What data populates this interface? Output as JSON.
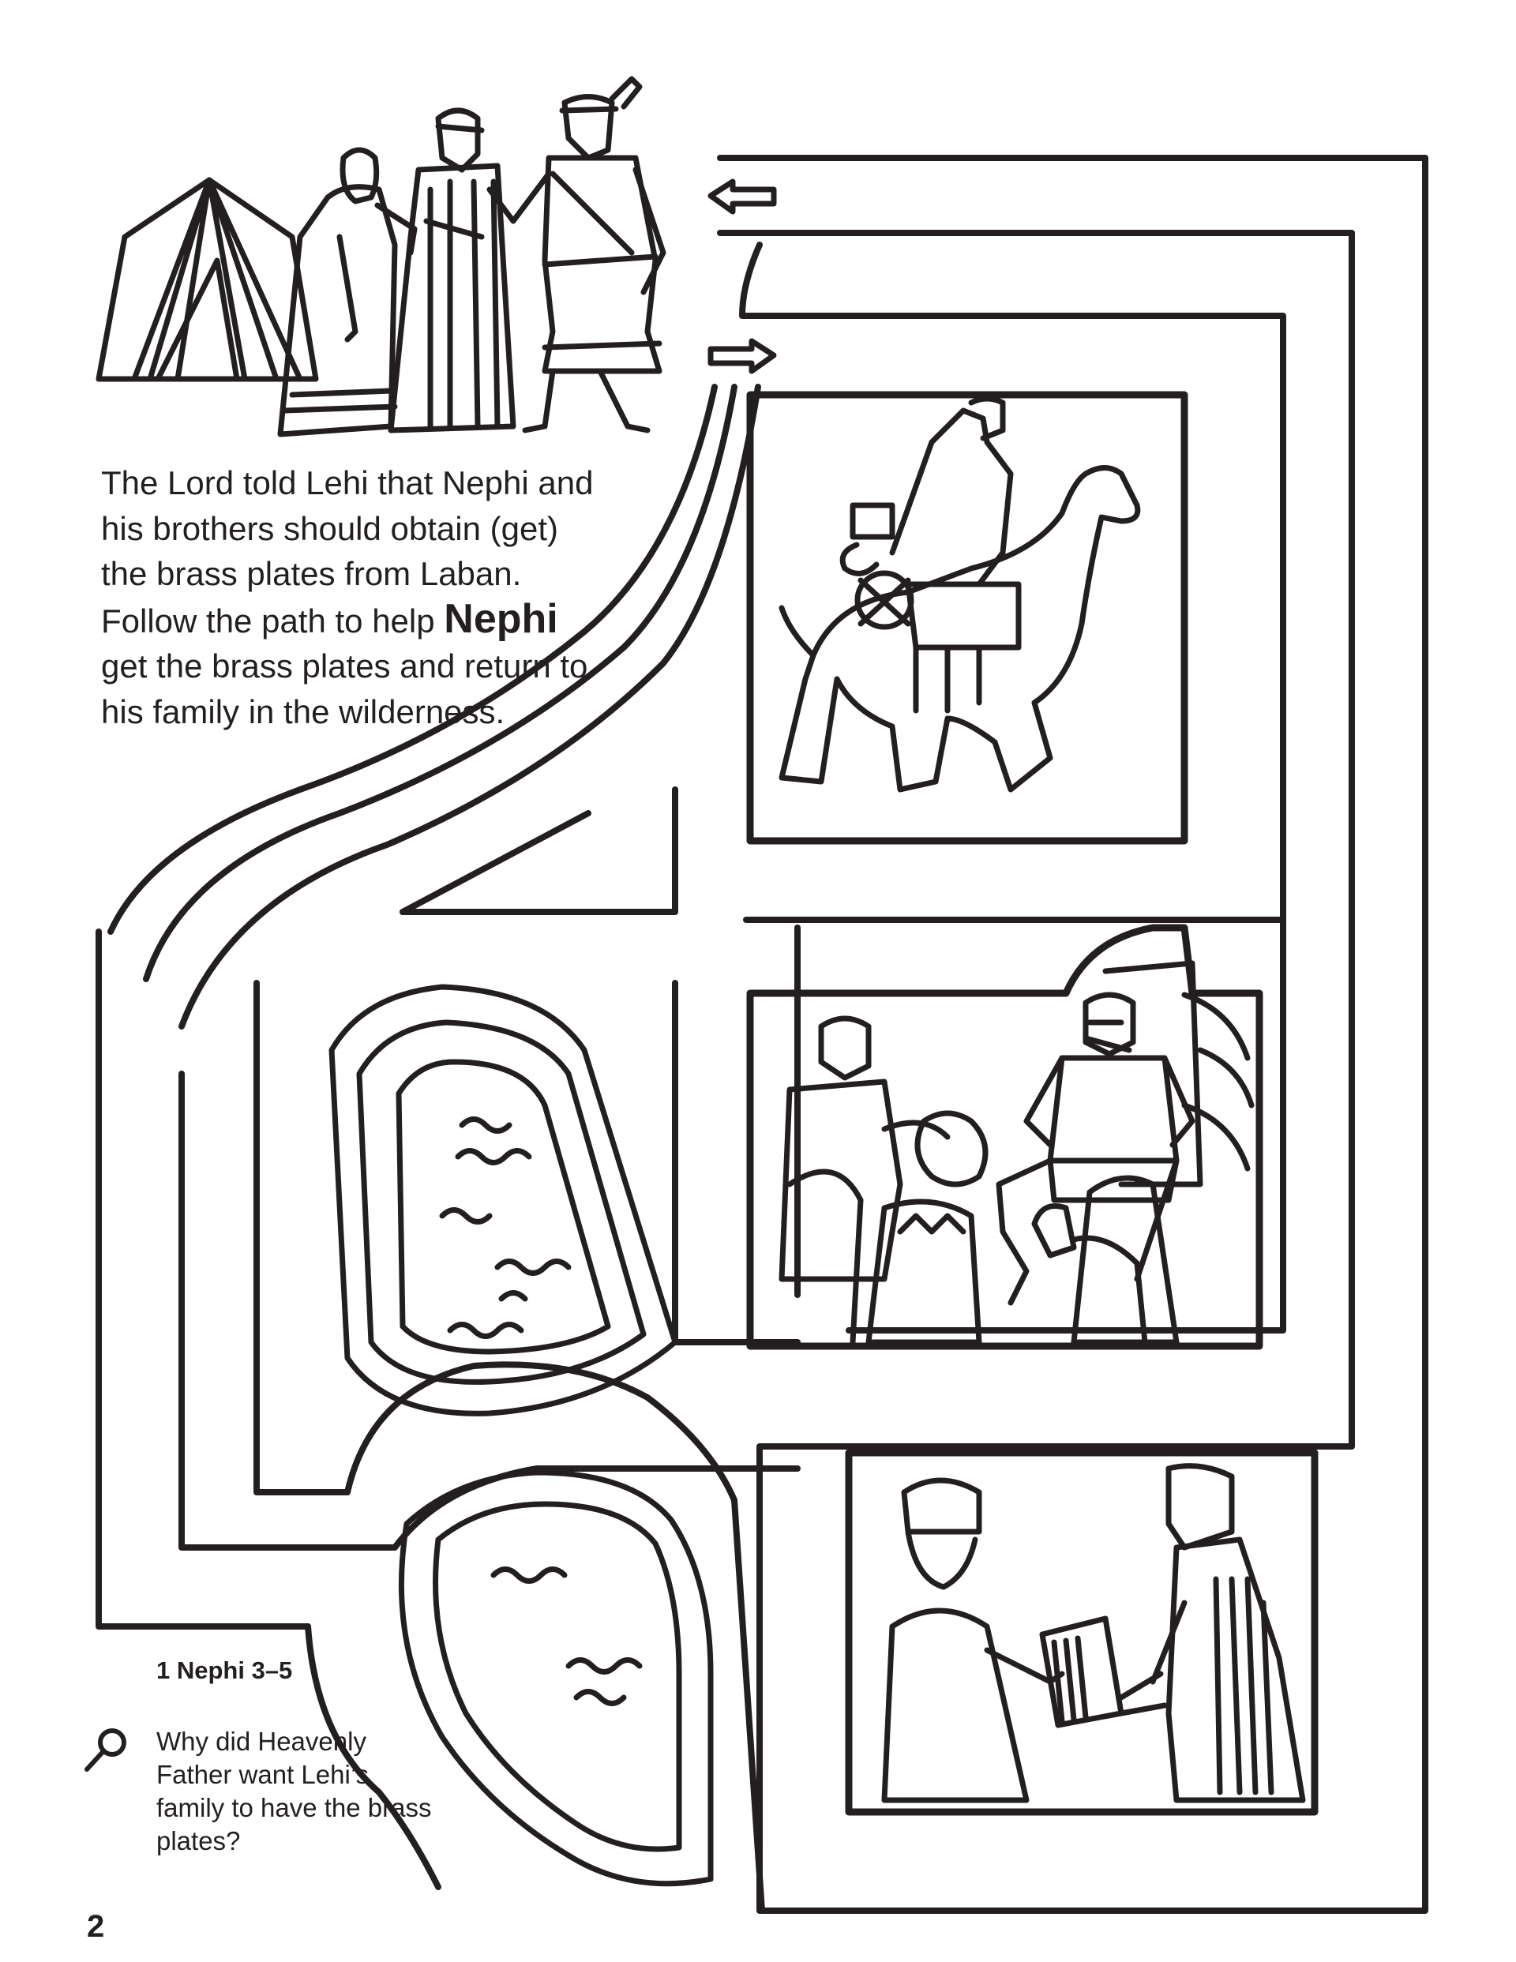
{
  "intro": {
    "before": "The Lord told Lehi that Nephi and his brothers should obtain (get) the brass plates from Laban. Follow the path to help ",
    "highlight": "Nephi",
    "after": " get the brass plates and return to his family in the wilderness."
  },
  "scripture_reference": "1 Nephi 3–5",
  "question": "Why did Heavenly Father want Lehi’s family to have the brass plates?",
  "page_number": "2",
  "icons": {
    "question": "magnifying-glass-icon",
    "arrow_out": "arrow-left-icon",
    "arrow_in": "arrow-right-icon"
  },
  "colors": {
    "ink": "#231f20",
    "paper": "#ffffff"
  }
}
